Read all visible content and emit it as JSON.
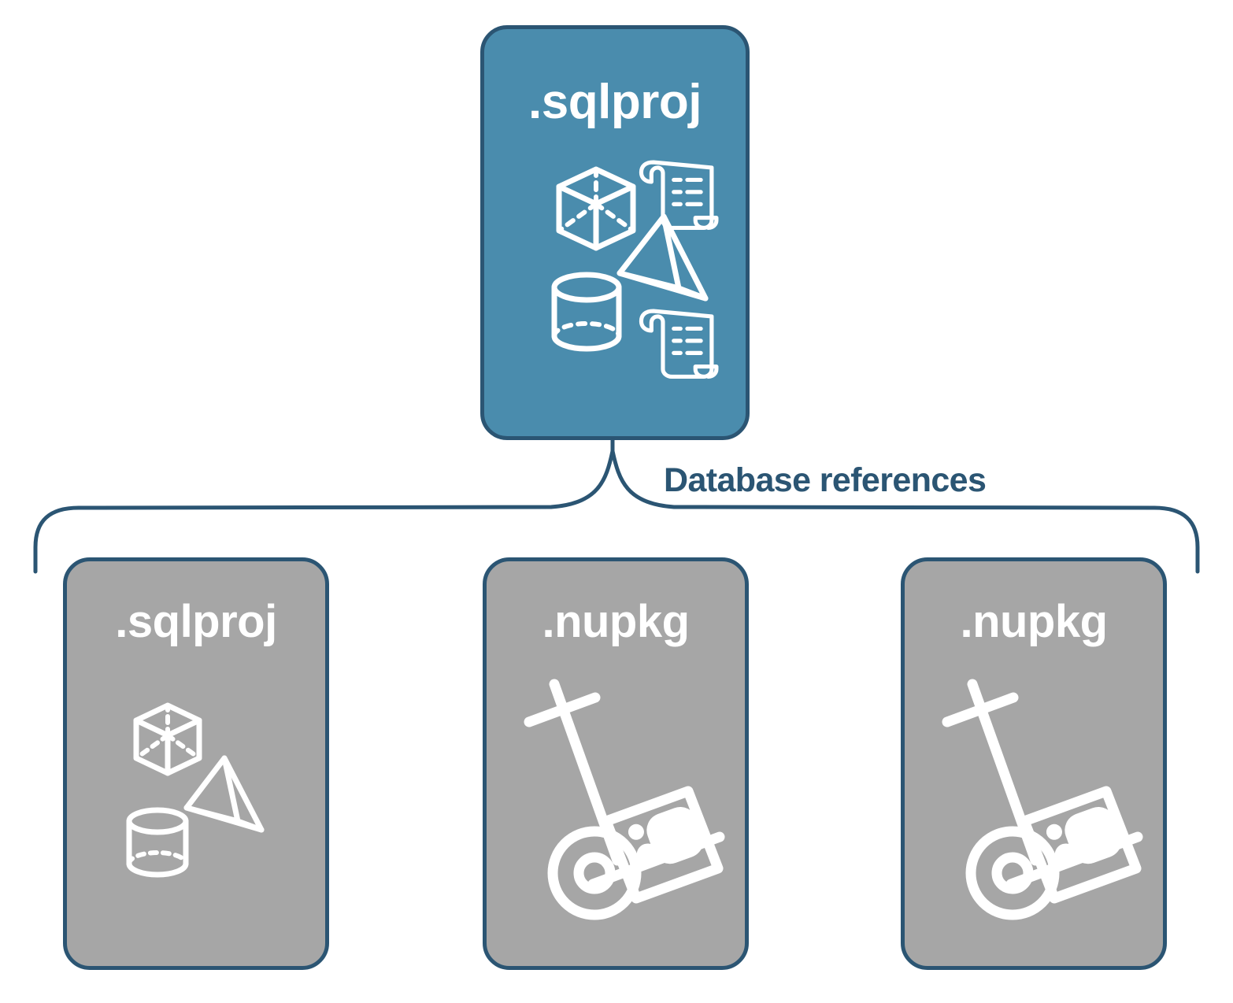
{
  "diagram": {
    "title_text": "Database references",
    "background": "#ffffff",
    "colors": {
      "root_fill": "#4a8cad",
      "reference_fill": "#a6a6a6",
      "border": "#2b5573",
      "label_text": "#2b5573",
      "icon_stroke": "#ffffff"
    },
    "root": {
      "label": ".sqlproj",
      "icons": [
        "cube-wireframe-icon",
        "pyramid-wireframe-icon",
        "cylinder-wireframe-icon",
        "script-scroll-icon",
        "script-scroll-icon"
      ]
    },
    "connector": {
      "label": "Database references",
      "style": "curly-brace-bracket",
      "branch_count": 3
    },
    "references": [
      {
        "label": ".sqlproj",
        "icons": [
          "cube-wireframe-icon",
          "pyramid-wireframe-icon",
          "cylinder-wireframe-icon"
        ]
      },
      {
        "label": ".nupkg",
        "icons": [
          "hand-truck-package-icon"
        ]
      },
      {
        "label": ".nupkg",
        "icons": [
          "hand-truck-package-icon"
        ]
      }
    ]
  }
}
